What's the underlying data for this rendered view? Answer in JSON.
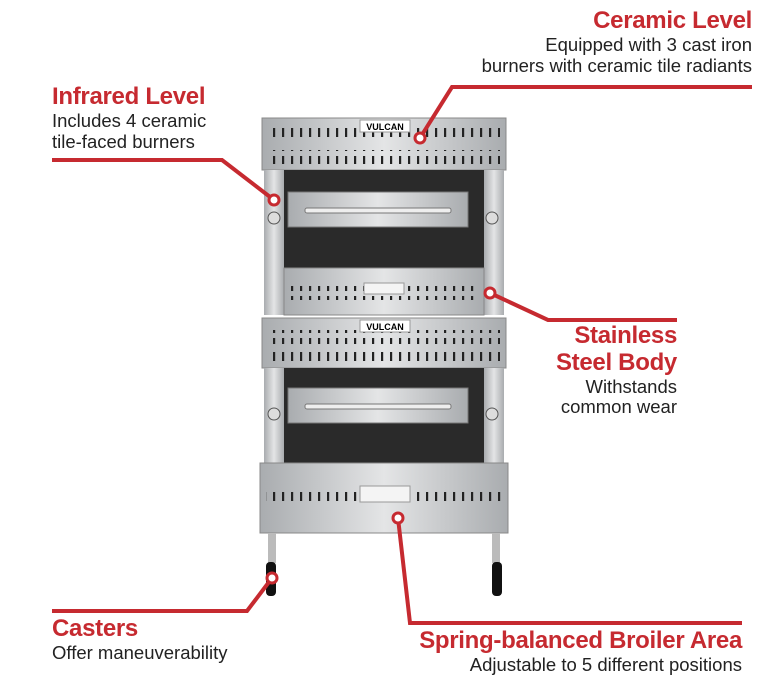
{
  "callouts": {
    "ceramic": {
      "title": "Ceramic Level",
      "desc": [
        "Equipped with 3 cast iron",
        "burners with ceramic tile radiants"
      ]
    },
    "infrared": {
      "title": "Infrared Level",
      "desc": [
        "Includes 4 ceramic",
        "tile-faced burners"
      ]
    },
    "stainless": {
      "title": [
        "Stainless",
        "Steel Body"
      ],
      "desc": [
        "Withstands",
        "common wear"
      ]
    },
    "casters": {
      "title": "Casters",
      "desc": [
        "Offer maneuverability"
      ]
    },
    "broiler": {
      "title": "Spring-balanced Broiler Area",
      "desc": [
        "Adjustable to 5 different positions"
      ]
    }
  },
  "product": {
    "brand": "VULCAN"
  },
  "colors": {
    "accent": "#c62a30",
    "text": "#222222",
    "steel": "#c9cbcd"
  }
}
